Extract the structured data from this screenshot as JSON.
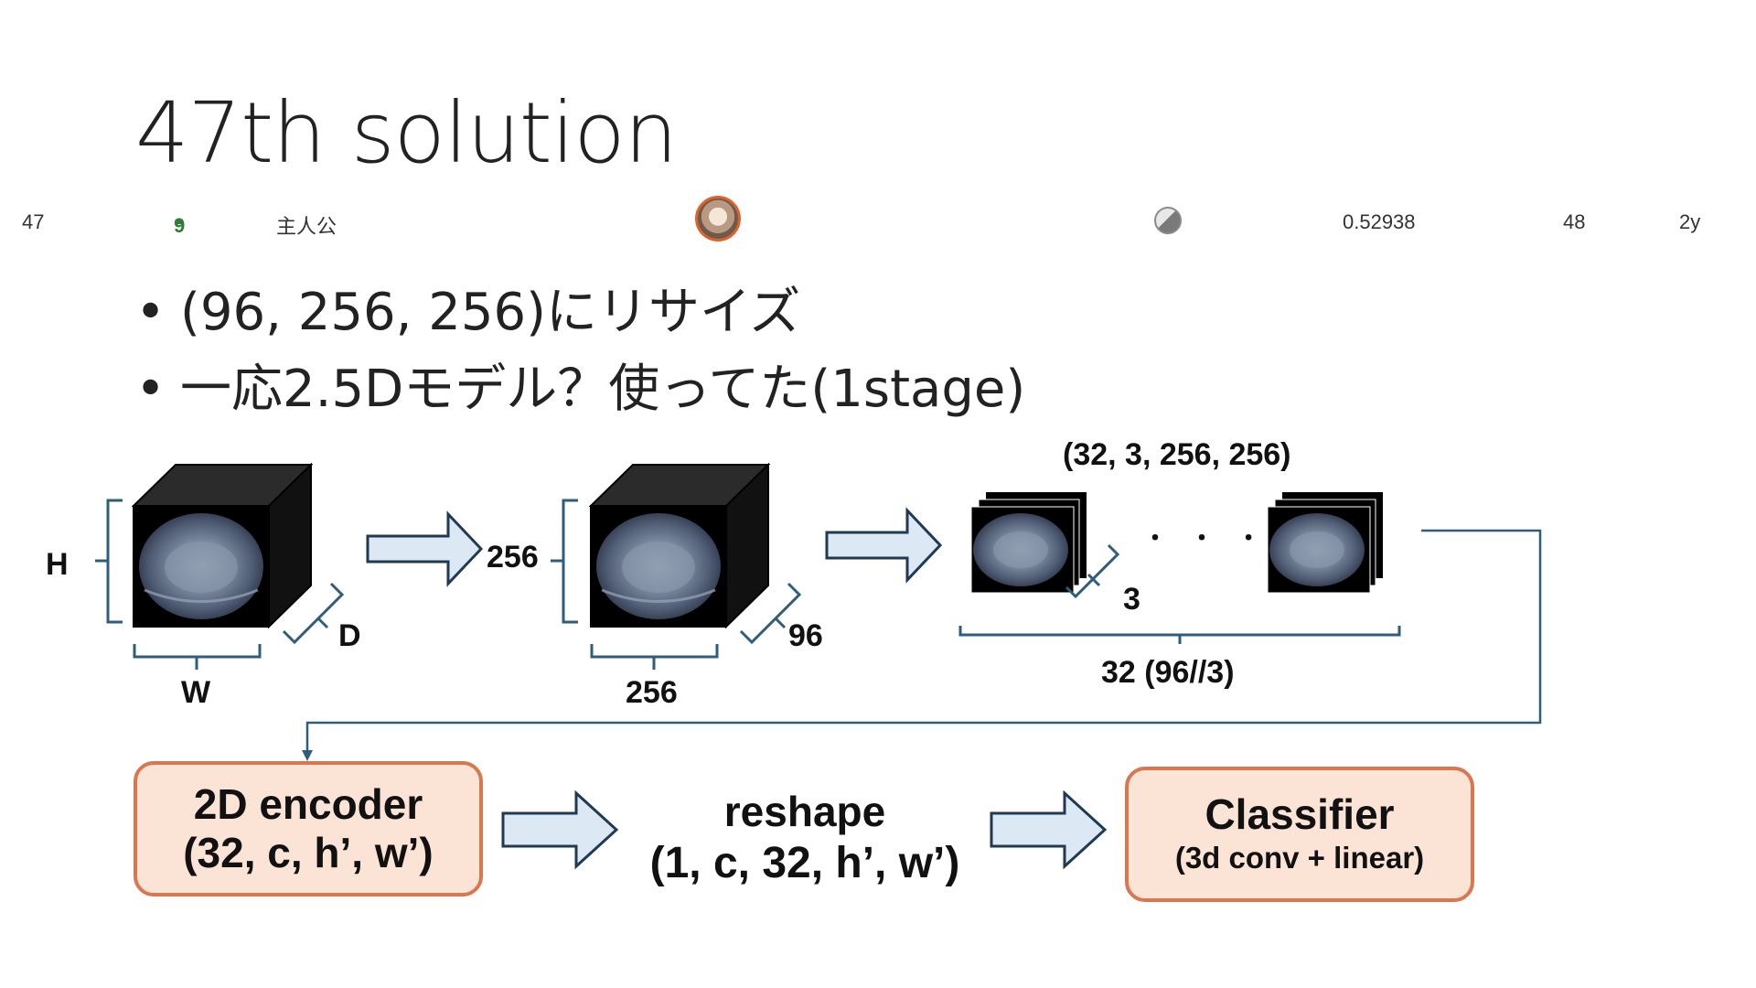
{
  "slide": {
    "title": "47th solution",
    "bullets": [
      "(96, 256, 256)にリサイズ",
      "一応2.5Dモデル？使ってた(1stage)"
    ]
  },
  "leaderboard_row": {
    "rank": "47",
    "votes": "9",
    "team": "主人公",
    "score": "0.52938",
    "entries": "48",
    "age": "2y",
    "avatar_icon": "user-avatar",
    "medal_icon": "silver-medal-icon"
  },
  "diagram": {
    "cube1": {
      "height_label": "H",
      "width_label": "W",
      "depth_label": "D"
    },
    "cube2": {
      "height_label": "256",
      "width_label": "256",
      "depth_label": "96"
    },
    "stack": {
      "shape_label": "(32, 3, 256, 256)",
      "channels_label": "3",
      "count_label": "32 (96//3)",
      "ellipsis": "・ ・ ・"
    },
    "encoder": {
      "line1": "2D encoder",
      "line2": "(32, c, h’, w’)"
    },
    "reshape": {
      "line1": "reshape",
      "line2": "(1, c, 32, h’, w’)"
    },
    "classifier": {
      "line1": "Classifier",
      "line2": "(3d conv + linear)"
    },
    "colors": {
      "bracket": "#2f5d7c",
      "arrow_fill": "#dde8f5",
      "arrow_stroke": "#1f3a52",
      "box_fill": "#fbe3d6",
      "box_border": "#d9784e",
      "connector": "#2f5d7c"
    }
  }
}
